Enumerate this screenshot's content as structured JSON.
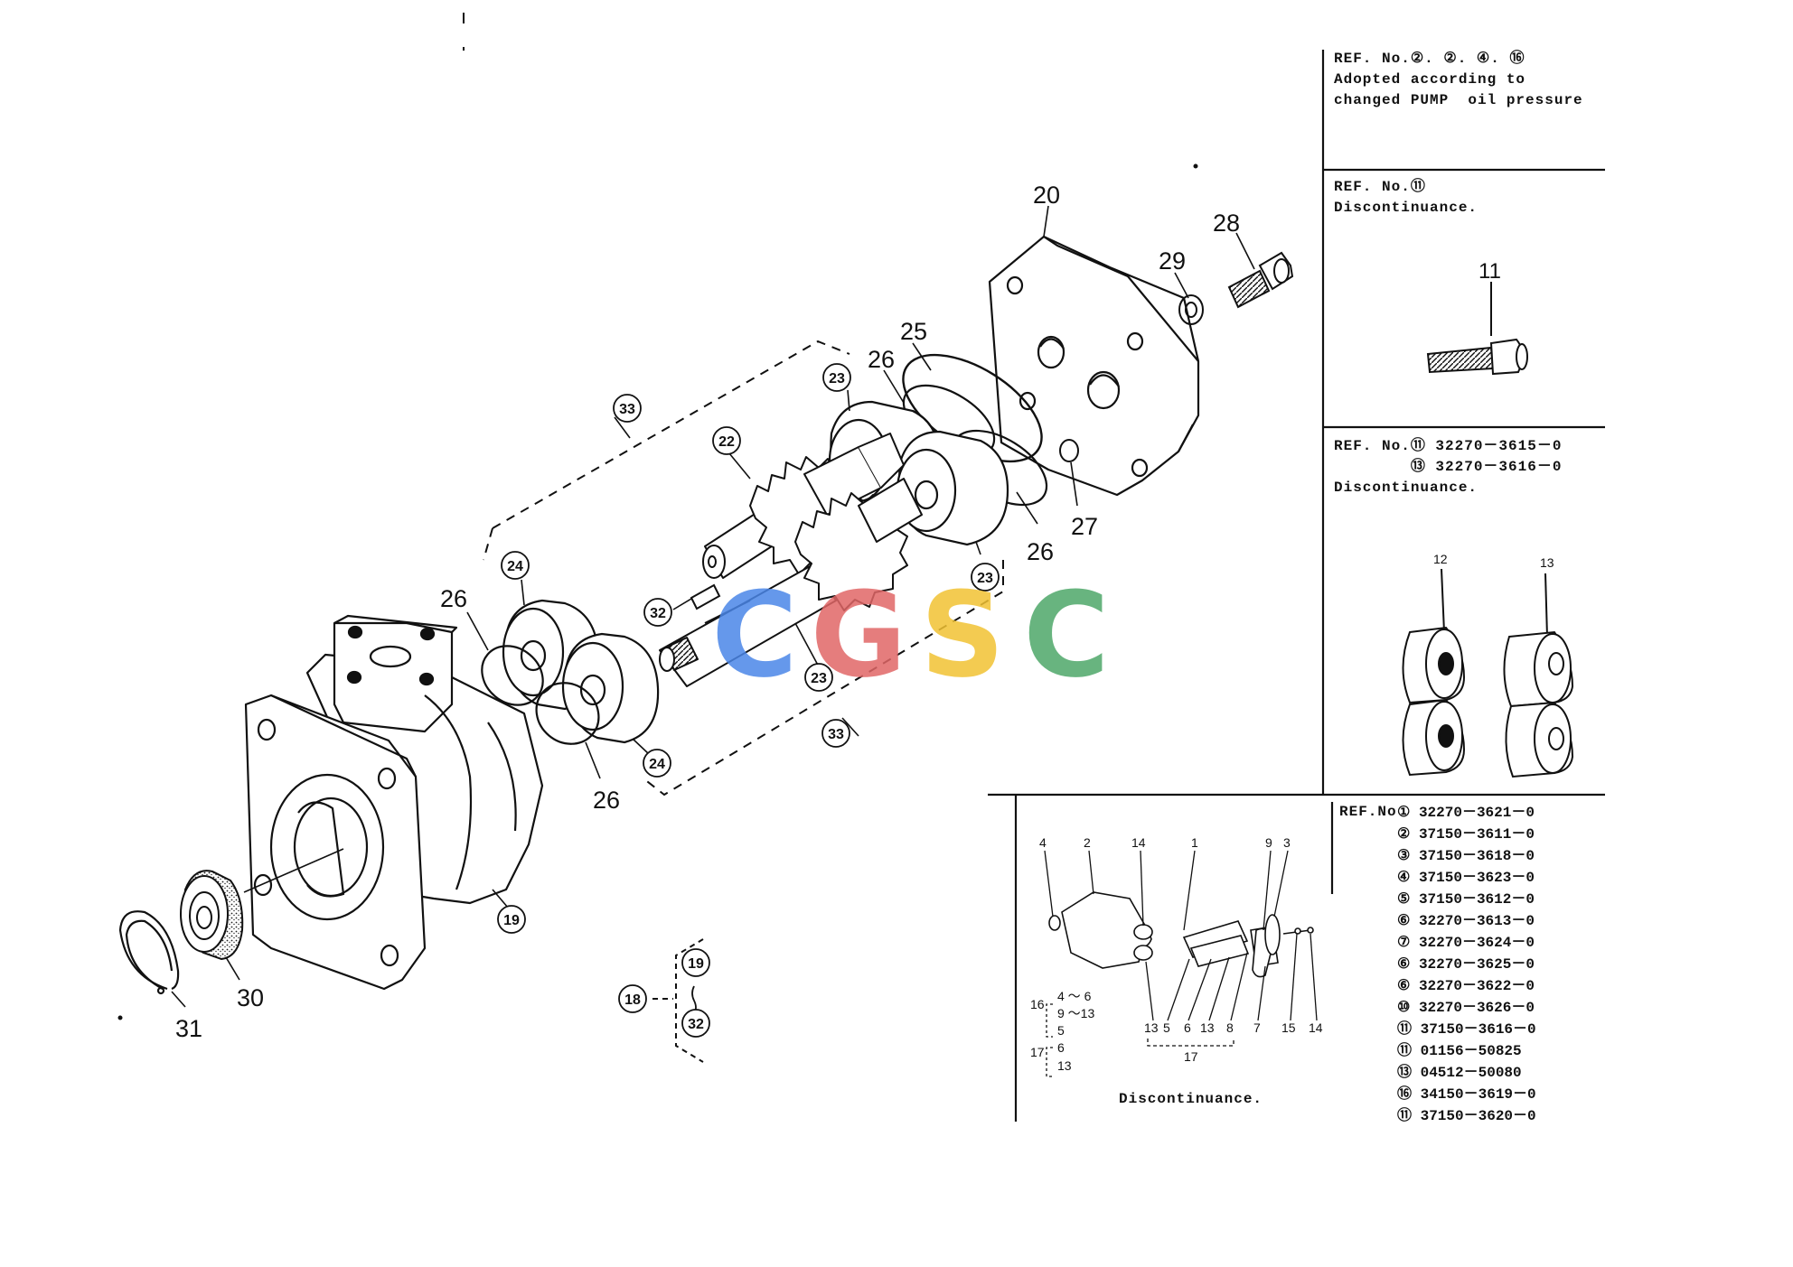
{
  "watermark": {
    "letters": [
      "C",
      "G",
      "S",
      "C"
    ],
    "colors": [
      "#4a86e8",
      "#e06666",
      "#f1c232",
      "#4ea769"
    ]
  },
  "callouts": {
    "c20": "20",
    "c28": "28",
    "c29": "29",
    "c25": "25",
    "c26a": "26",
    "c26b": "26",
    "c26c": "26",
    "c26d": "26",
    "c27": "27",
    "c22": "22",
    "c23a": "23",
    "c23b": "23",
    "c23c": "23",
    "c24a": "24",
    "c24b": "24",
    "c32": "32",
    "c33a": "33",
    "c33b": "33",
    "c19": "19",
    "c30": "30",
    "c31": "31",
    "c18": "18",
    "c18_19": "19",
    "c18_32": "32"
  },
  "notes": {
    "ref_adopted": "REF. No.②. ②. ④. ⑯\nAdopted according to\nchanged PUMP  oil pressure",
    "ref_11": "REF. No.⑪\nDiscontinuance.",
    "ref_11_part": "11",
    "ref_12_13": "REF. No.⑪ 32270－3615－0\n        ⑬ 32270－3616－0\nDiscontinuance.",
    "ref_12_13_labels": {
      "a": "12",
      "b": "13"
    },
    "inset_caption": "Discontinuance.",
    "inset_labels": {
      "top": [
        "4",
        "2",
        "14",
        "1",
        "9",
        "3"
      ],
      "bottom": [
        "13",
        "5",
        "6",
        "13",
        "8",
        "7",
        "15",
        "14"
      ],
      "group17": "17",
      "g16": "16",
      "g16_items": [
        "4 ～ 6",
        "9 ～13",
        "5"
      ],
      "g17": "17",
      "g17_items": [
        "6",
        "13"
      ]
    },
    "parts_header": "REF.No",
    "parts_list": [
      "① 32270－3621－0",
      "② 37150－3611－0",
      "③ 37150－3618－0",
      "④ 37150－3623－0",
      "⑤ 37150－3612－0",
      "⑥ 32270－3613－0",
      "⑦ 32270－3624－0",
      "⑥ 32270－3625－0",
      "⑥ 32270－3622－0",
      "⑩ 32270－3626－0",
      "⑪ 37150－3616－0",
      "⑪ 01156－50825",
      "⑬ 04512－50080",
      "⑯ 34150－3619－0",
      "⑪ 37150－3620－0"
    ]
  }
}
